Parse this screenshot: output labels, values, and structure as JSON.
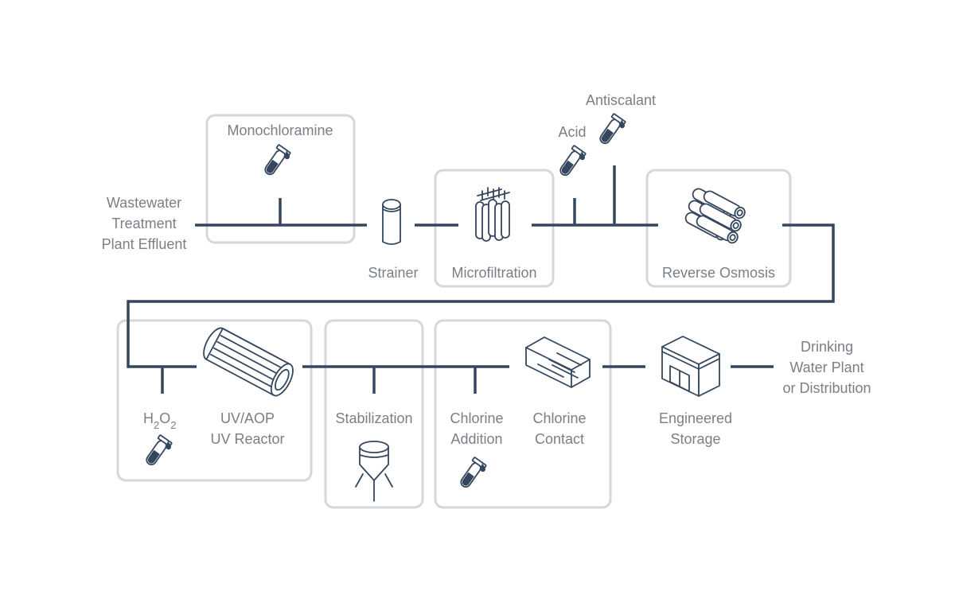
{
  "labels": {
    "source_1": "Wastewater",
    "source_2": "Treatment",
    "source_3": "Plant Effluent",
    "monochloramine": "Monochloramine",
    "strainer": "Strainer",
    "microfiltration": "Microfiltration",
    "acid": "Acid",
    "antiscalant": "Antiscalant",
    "reverse_osmosis": "Reverse Osmosis",
    "h2o2_h": "H",
    "h2o2_sub1": "2",
    "h2o2_o": "O",
    "h2o2_sub2": "2",
    "uvaop_1": "UV/AOP",
    "uvaop_2": "UV Reactor",
    "stabilization": "Stabilization",
    "chlorine_addition_1": "Chlorine",
    "chlorine_addition_2": "Addition",
    "chlorine_contact_1": "Chlorine",
    "chlorine_contact_2": "Contact",
    "storage_1": "Engineered",
    "storage_2": "Storage",
    "dest_1": "Drinking",
    "dest_2": "Water Plant",
    "dest_3": "or Distribution"
  },
  "colors": {
    "pipe": "#34475f",
    "box_border": "#d5d7da",
    "text": "#7a7f86"
  },
  "icons": [
    "test-tube-icon",
    "strainer-icon",
    "microfiltration-icon",
    "ro-membrane-icon",
    "uv-reactor-icon",
    "silo-icon",
    "contact-tank-icon",
    "storage-building-icon"
  ]
}
